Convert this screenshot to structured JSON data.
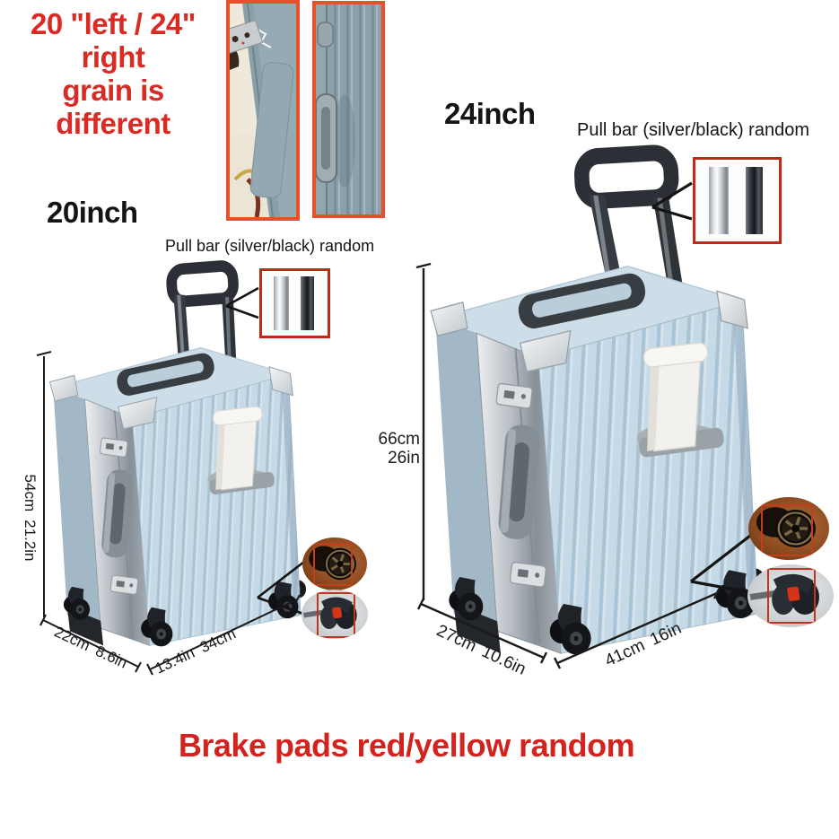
{
  "canvas": {
    "background": "#ffffff"
  },
  "notes": {
    "grain_line1": "20 \"left / 24\" right",
    "grain_line2": "grain is different",
    "brake": "Brake pads red/yellow random"
  },
  "products": {
    "p20": {
      "size": "20inch",
      "pull_bar_note": "Pull bar (silver/black) random",
      "height_cm": "54cm",
      "height_in": "21.2in",
      "depth_cm": "22cm",
      "depth_in": "8.6in",
      "width_in": "13.4in",
      "width_cm": "34cm"
    },
    "p24": {
      "size": "24inch",
      "pull_bar_note": "Pull bar (silver/black) random",
      "height_cm": "66cm",
      "height_in": "26in",
      "depth_cm": "27cm",
      "depth_in": "10.6in",
      "width_cm": "41cm",
      "width_in": "16in"
    }
  },
  "colors": {
    "note_red": "#da2a24",
    "brake_note_red": "#d2231e",
    "callout_border_orange": "#e4512a",
    "callout_border_red": "#bf2a1a",
    "case_blue": "#c5d9e6",
    "frame_silver": "#b9bfc5",
    "trolley_dark": "#2c3036",
    "brake_pad_red": "#d63418"
  },
  "icons": {
    "photo_left": "interior-grain-detail",
    "photo_right": "exterior-grain-detail",
    "pull_bar_bars": "silver-and-black-pull-bar-samples",
    "wheel_top": "wheel-spoke-closeup",
    "wheel_bottom": "wheel-brake-pad-closeup"
  }
}
